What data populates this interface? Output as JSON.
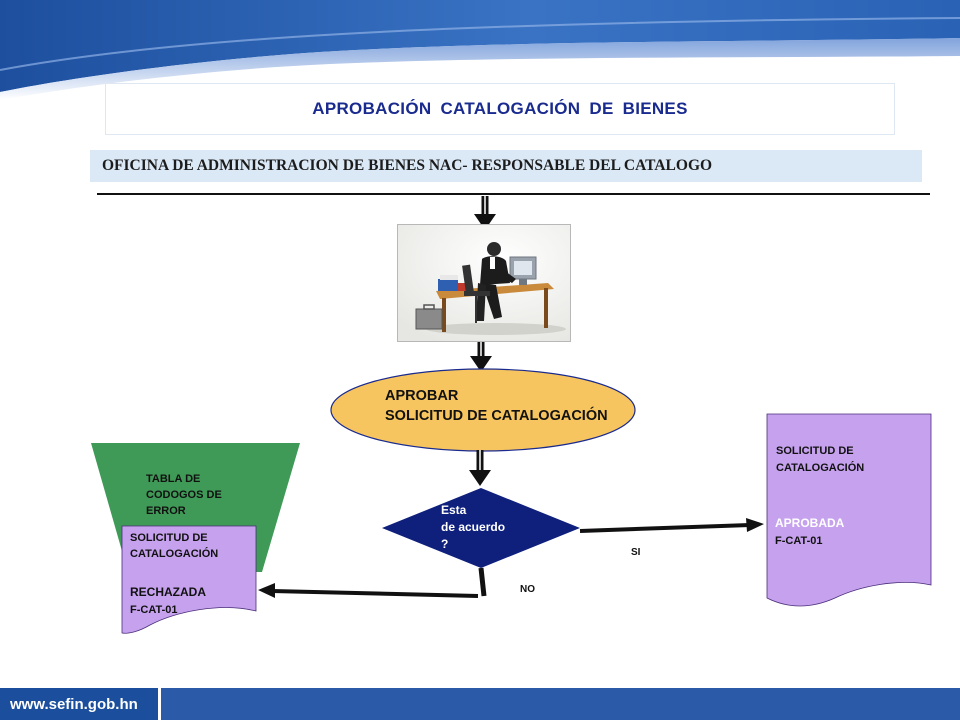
{
  "slide": {
    "title": "APROBACIÓN   CATALOGACIÓN  DE  BIENES",
    "office": "OFICINA DE ADMINISTRACION DE BIENES NAC- RESPONSABLE DEL CATALOGO",
    "footer_url": "www.sefin.gob.hn"
  },
  "diagram": {
    "process": {
      "line1": "APROBAR",
      "line2": "SOLICITUD DE CATALOGACIÓN"
    },
    "decision": {
      "line1": "Esta",
      "line2": "de acuerdo",
      "line3": "?"
    },
    "error_table": {
      "line1": "TABLA DE",
      "line2": "CODOGOS DE",
      "line3": "ERROR"
    },
    "rejected_doc": {
      "line1": "SOLICITUD DE",
      "line2": "CATALOGACIÓN",
      "status": "RECHAZADA",
      "form": "F-CAT-01"
    },
    "approved_doc": {
      "line1": "SOLICITUD DE",
      "line2": "CATALOGACIÓN",
      "status": "APROBADA",
      "form": "F-CAT-01"
    },
    "yes_label": "SI",
    "no_label": "NO"
  },
  "colors": {
    "title_text": "#1a2b8f",
    "process_fill": "#f7c55f",
    "decision_fill": "#0e1f7c",
    "error_table_fill": "#3f9a57",
    "document_fill": "#c6a2ee",
    "footer": "#2a5aa8"
  }
}
